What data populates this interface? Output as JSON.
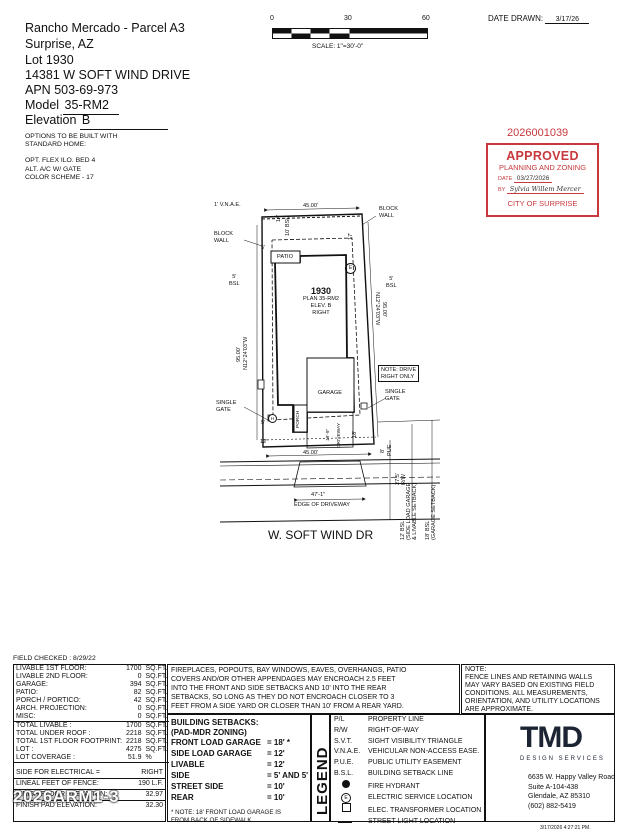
{
  "header": {
    "project": "Rancho Mercado - Parcel A3",
    "city": "Surprise, AZ",
    "lot_label": "Lot",
    "lot": "1930",
    "address": "14381 W SOFT WIND DRIVE",
    "apn_label": "APN",
    "apn": "503-69-973",
    "model_label": "Model",
    "model": "35-RM2",
    "elevation_label": "Elevation",
    "elevation": "B"
  },
  "options": {
    "intro1": "OPTIONS TO BE BUILT WITH",
    "intro2": "STANDARD HOME:",
    "items": [
      "OPT. FLEX ILO. BED 4",
      "ALT. A/C W/ GATE",
      "COLOR SCHEME - 17"
    ]
  },
  "scale": {
    "ticks": [
      "0",
      "30",
      "60"
    ],
    "label": "SCALE: 1\"=30'-0\""
  },
  "date_drawn": {
    "label": "DATE DRAWN:",
    "value": "3/17/26"
  },
  "permit_number": "2026001039",
  "stamp": {
    "title": "APPROVED",
    "subtitle": "PLANNING AND ZONING",
    "date_label": "DATE",
    "date": "03/27/2026",
    "by_label": "BY",
    "by": "Sylvia Willem Mercer",
    "city": "CITY OF SURPRISE",
    "color": "#c8383d"
  },
  "plan": {
    "front_width": "45.00'",
    "rear_width": "45.00'",
    "rear_vnae": "1' V.N.A.E.",
    "left_side": "95.00'",
    "left_bearing": "N12°24'03\"W",
    "right_side": "95.00'",
    "right_bearing": "N12°24'03\"W",
    "rear_setback_left": "10' BSL",
    "rear_14": "14'",
    "rear_17": "17'",
    "side_5_small": "5'",
    "lot_number": "1930",
    "plan_label": "PLAN 35-RM2",
    "elev_label": "ELEV. B",
    "hand_label": "RIGHT",
    "patio": "PATIO",
    "garage": "GARAGE",
    "porch": "PORCH",
    "driveway": "DRIVEWAY",
    "dw_width": "19'-9\"",
    "block_wall_left": [
      "BLOCK",
      "WALL"
    ],
    "block_wall_right": [
      "BLOCK",
      "WALL"
    ],
    "left_bsl": [
      "5'",
      "BSL"
    ],
    "right_bsl": [
      "5'",
      "BSL"
    ],
    "single_gate_left": [
      "SINGLE",
      "GATE"
    ],
    "single_gate_right": [
      "SINGLE",
      "GATE"
    ],
    "note_drive": [
      "NOTE: DRIVE",
      "RIGHT ONLY"
    ],
    "dim_12": "12'",
    "dim_18": "18'",
    "dim_8": "8'",
    "pue": "PUE",
    "dim_5b": "5'",
    "edge_dim": "47'-1\"",
    "edge_label": "EDGE OF DRIVEWAY",
    "street": "W. SOFT WIND DR",
    "rw": [
      "27.5'",
      "R/W"
    ],
    "bsl12": [
      "12' BSL",
      "(SIDE LOAD GARAGE",
      "& LIVABLE SETBACK)"
    ],
    "bsl18": [
      "18' BSL",
      "(GARAGE SETBACK)"
    ],
    "marker_e": "E",
    "marker_h": "H"
  },
  "field_data": {
    "title": "FIELD CHECKED : 8/29/22",
    "rows": [
      [
        "LIVABLE 1st FLOOR:",
        "1700",
        "SQ.FT."
      ],
      [
        "LIVABLE 2nd FLOOR:",
        "0",
        "SQ.FT."
      ],
      [
        "GARAGE:",
        "394",
        "SQ.FT."
      ],
      [
        "PATIO:",
        "82",
        "SQ.FT."
      ],
      [
        "PORCH / PORTICO:",
        "42",
        "SQ.FT."
      ],
      [
        "ARCH. PROJECTION:",
        "0",
        "SQ.FT."
      ],
      [
        "MISC:",
        "0",
        "SQ.FT."
      ],
      [
        "TOTAL LIVABLE :",
        "1700",
        "SQ.FT."
      ],
      [
        "TOTAL UNDER ROOF :",
        "2218",
        "SQ.FT."
      ],
      [
        "TOTAL 1st FLOOR FOOTPRINT:",
        "2218",
        "SQ.FT."
      ],
      [
        "LOT :",
        "4275",
        "SQ.FT."
      ],
      [
        "LOT COVERAGE :",
        "51.9",
        "%"
      ]
    ],
    "side_electrical_label": "SIDE FOR ELECTRICAL =",
    "side_electrical": "RIGHT",
    "lineal_fence_label": "LINEAL FEET OF FENCE:",
    "lineal_fence": "190 L.F.",
    "finish_floor_label": "FINISH FLOOR ELEVATION:",
    "finish_floor": "32.97",
    "finish_pad_label": "FINISH PAD ELEVATION:",
    "finish_pad": "32.30"
  },
  "encroach_note": [
    "FIREPLACES, POPOUTS, BAY WINDOWS, EAVES, OVERHANGS, PATIO",
    "COVERS AND/OR OTHER APPENDAGES MAY ENCROACH 2.5 FEET",
    "INTO THE FRONT AND SIDE SETBACKS AND 10' INTO THE REAR",
    "SETBACKS, SO LONG AS THEY DO NOT ENCROACH CLOSER TO 3",
    "FEET FROM A SIDE YARD OR CLOSER THAN 10' FROM A REAR YARD."
  ],
  "fence_note": [
    "NOTE:",
    "FENCE LINES AND RETAINING WALLS",
    "MAY VARY BASED ON EXISTING FIELD",
    "CONDITIONS.  ALL MEASUREMENTS,",
    "ORIENTATION, AND UTILITY LOCATIONS",
    "ARE APPROXIMATE."
  ],
  "setbacks": {
    "title": "BUILDING SETBACKS:",
    "subtitle": "(PAD-MDR ZONING)",
    "rows": [
      [
        "FRONT LOAD GARAGE",
        "= 18' *"
      ],
      [
        "SIDE LOAD GARAGE",
        "= 12'"
      ],
      [
        "LIVABLE",
        "= 12'"
      ],
      [
        "SIDE",
        "= 5' AND 5'"
      ],
      [
        "STREET SIDE",
        "= 10'"
      ],
      [
        "REAR",
        "= 10'"
      ]
    ],
    "note1": "* NOTE: 18' FRONT LOAD GARAGE IS",
    "note2": "FROM BACK OF SIDEWALK"
  },
  "legend": {
    "title": "LEGEND",
    "rows": [
      [
        "P/L",
        "PROPERTY LINE"
      ],
      [
        "R/W",
        "RIGHT-OF-WAY"
      ],
      [
        "S.V.T.",
        "SIGHT VISIBILITY TRIANGLE"
      ],
      [
        "V.N.A.E.",
        "VEHICULAR NON-ACCESS EASE."
      ],
      [
        "P.U.E.",
        "PUBLIC UTILITY EASEMENT"
      ],
      [
        "B.S.L.",
        "BUILDING SETBACK LINE"
      ],
      [
        "",
        "FIRE HYDRANT"
      ],
      [
        "E",
        "ELECTRIC SERVICE LOCATION"
      ],
      [
        "",
        "ELEC. TRANSFORMER LOCATION"
      ],
      [
        "",
        "STREET LIGHT LOCATION"
      ]
    ]
  },
  "company": {
    "logo": "TMD",
    "tagline": "DESIGN SERVICES",
    "addr1": "6635 W. Happy Valley Road",
    "addr2": "Suite A-104-438",
    "addr3": "Glendale, AZ 85310",
    "phone": "(602) 882-5419"
  },
  "footer_stamp": "3/17/2026 4:27:21 PM.",
  "watermark": "2026ARM1-3"
}
